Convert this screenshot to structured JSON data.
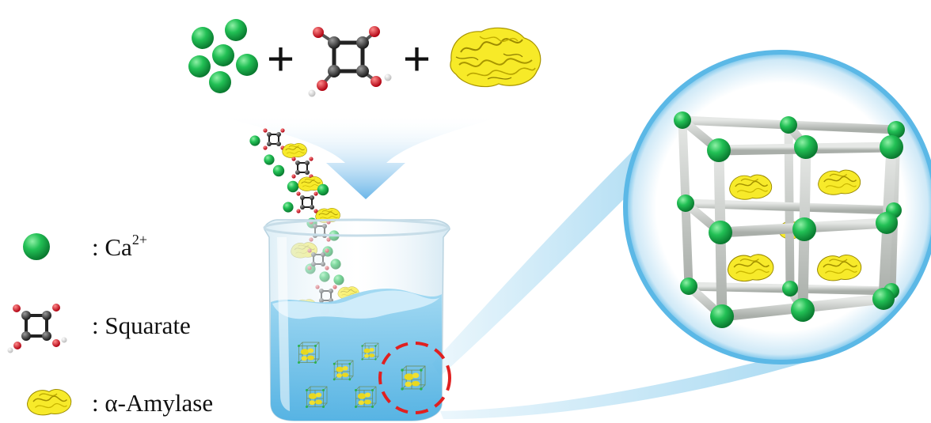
{
  "operators": {
    "plus": "+"
  },
  "legend": {
    "calcium": {
      "prefix": ": Ca",
      "superscript": "2+"
    },
    "squarate": {
      "label": ": Squarate"
    },
    "enzyme": {
      "label": ": α-Amylase"
    }
  },
  "colors": {
    "calcium": "#19b34a",
    "carbon": "#303030",
    "oxygen": "#e0141e",
    "hydrogen": "#f2f2f2",
    "enzyme": "#f5e61e",
    "water": "#7cc8ec",
    "lens": "#5bb8e6",
    "frame": "#c8ccc8",
    "highlight": "#e02020"
  }
}
